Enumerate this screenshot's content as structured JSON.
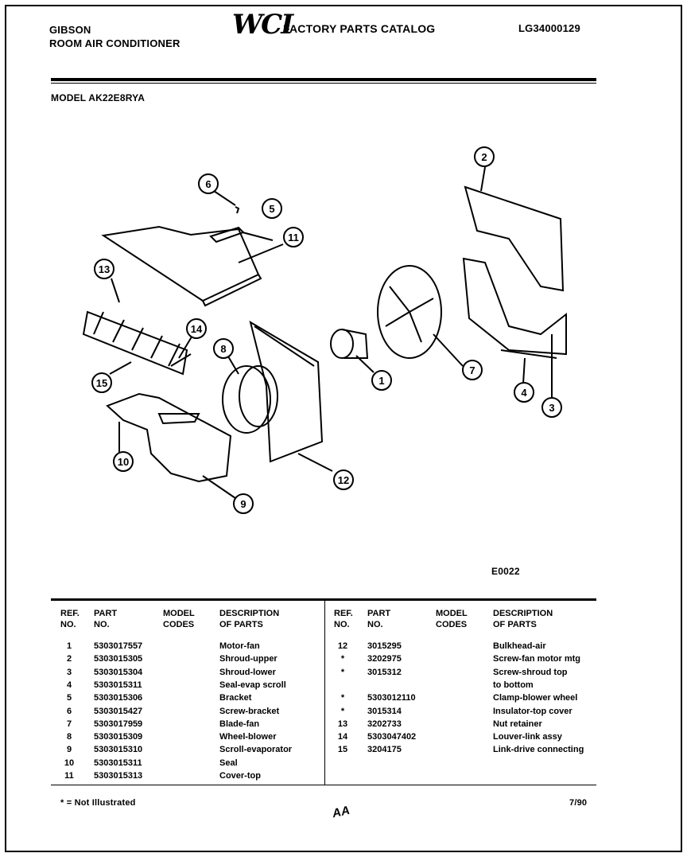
{
  "header": {
    "brand": "GIBSON",
    "subtitle": "ROOM AIR CONDITIONER",
    "logo": "WCI",
    "catalog_title": "FACTORY PARTS CATALOG",
    "catalog_number": "LG34000129",
    "model": "MODEL AK22E8RYA"
  },
  "diagram": {
    "code": "E0022",
    "callouts": [
      "1",
      "2",
      "3",
      "4",
      "5",
      "6",
      "7",
      "8",
      "9",
      "10",
      "11",
      "12",
      "13",
      "14",
      "15"
    ]
  },
  "parts_table": {
    "headers": {
      "ref": [
        "REF.",
        "NO."
      ],
      "part": [
        "PART",
        "NO."
      ],
      "model": [
        "MODEL",
        "CODES"
      ],
      "desc": [
        "DESCRIPTION",
        "OF PARTS"
      ]
    },
    "left_rows": [
      {
        "ref": "1",
        "part": "5303017557",
        "desc": "Motor-fan"
      },
      {
        "ref": "2",
        "part": "5303015305",
        "desc": "Shroud-upper"
      },
      {
        "ref": "3",
        "part": "5303015304",
        "desc": "Shroud-lower"
      },
      {
        "ref": "4",
        "part": "5303015311",
        "desc": "Seal-evap scroll"
      },
      {
        "ref": "5",
        "part": "5303015306",
        "desc": "Bracket"
      },
      {
        "ref": "6",
        "part": "5303015427",
        "desc": "Screw-bracket"
      },
      {
        "ref": "7",
        "part": "5303017959",
        "desc": "Blade-fan"
      },
      {
        "ref": "8",
        "part": "5303015309",
        "desc": "Wheel-blower"
      },
      {
        "ref": "9",
        "part": "5303015310",
        "desc": "Scroll-evaporator"
      },
      {
        "ref": "10",
        "part": "5303015311",
        "desc": "Seal"
      },
      {
        "ref": "11",
        "part": "5303015313",
        "desc": "Cover-top"
      }
    ],
    "right_rows": [
      {
        "ref": "12",
        "part": "3015295",
        "desc": "Bulkhead-air"
      },
      {
        "ref": "*",
        "part": "3202975",
        "desc": "Screw-fan motor mtg"
      },
      {
        "ref": "*",
        "part": "3015312",
        "desc": "Screw-shroud top"
      },
      {
        "ref": "",
        "part": "",
        "desc": "to bottom"
      },
      {
        "ref": "*",
        "part": "5303012110",
        "desc": "Clamp-blower wheel"
      },
      {
        "ref": "*",
        "part": "3015314",
        "desc": "Insulator-top cover"
      },
      {
        "ref": "13",
        "part": "3202733",
        "desc": "Nut retainer"
      },
      {
        "ref": "14",
        "part": "5303047402",
        "desc": "Louver-link assy"
      },
      {
        "ref": "15",
        "part": "3204175",
        "desc": "Link-drive connecting"
      }
    ]
  },
  "footer": {
    "note": "* = Not Illustrated",
    "initials": "AA",
    "date": "7/90"
  }
}
